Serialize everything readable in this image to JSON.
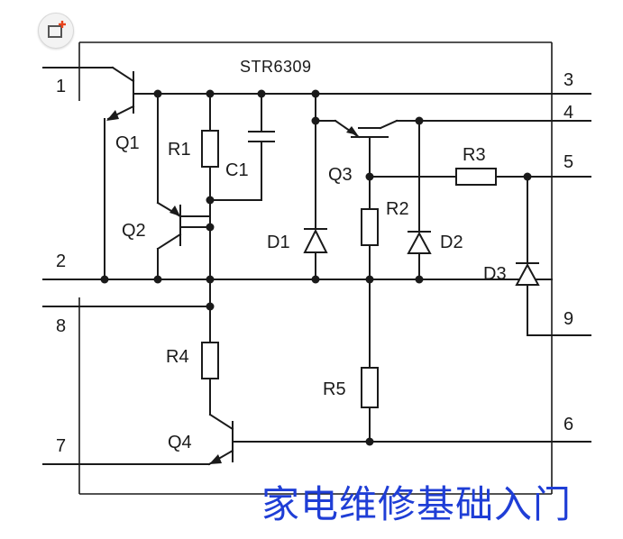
{
  "chip": {
    "name": "STR6309"
  },
  "pins": [
    "1",
    "2",
    "8",
    "7",
    "3",
    "4",
    "5",
    "9",
    "6"
  ],
  "components": {
    "transistors": [
      "Q1",
      "Q2",
      "Q3",
      "Q4"
    ],
    "resistors": [
      "R1",
      "R2",
      "R3",
      "R4",
      "R5"
    ],
    "capacitors": [
      "C1"
    ],
    "diodes": [
      "D1",
      "D2",
      "D3"
    ]
  },
  "watermark": "家电维修基础入门",
  "toolbar": {
    "add_icon": "add-note-icon"
  },
  "colors": {
    "ink": "#1a1a1a",
    "watermark": "#1f3ed6",
    "accent": "#e8431c"
  }
}
